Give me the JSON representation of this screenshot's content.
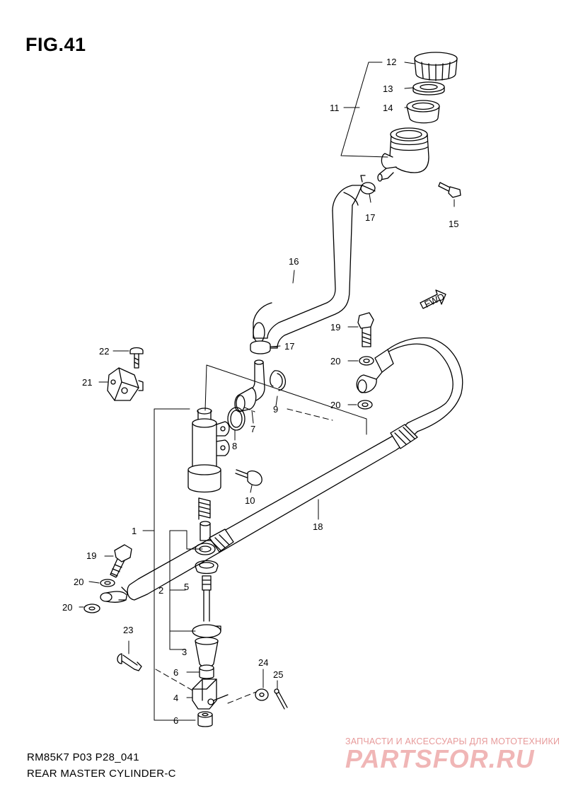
{
  "figure": {
    "title": "FIG.41",
    "model_code": "RM85K7 P03 P28_041",
    "caption": "REAR MASTER CYLINDER-C",
    "fwd_label": "FWD"
  },
  "callouts": {
    "c1": "1",
    "c2": "2",
    "c3": "3",
    "c4": "4",
    "c5": "5",
    "c6a": "6",
    "c6b": "6",
    "c7": "7",
    "c8": "8",
    "c9": "9",
    "c10": "10",
    "c11": "11",
    "c12": "12",
    "c13": "13",
    "c14": "14",
    "c15": "15",
    "c16": "16",
    "c17a": "17",
    "c17b": "17",
    "c18": "18",
    "c19a": "19",
    "c19b": "19",
    "c20a": "20",
    "c20b": "20",
    "c20c": "20",
    "c20d": "20",
    "c21": "21",
    "c22": "22",
    "c23": "23",
    "c24": "24",
    "c25": "25"
  },
  "watermark": {
    "tagline": "ЗАПЧАСТИ И АКСЕССУАРЫ ДЛЯ МОТОТЕХНИКИ",
    "brand": "PARTSFOR.RU"
  }
}
